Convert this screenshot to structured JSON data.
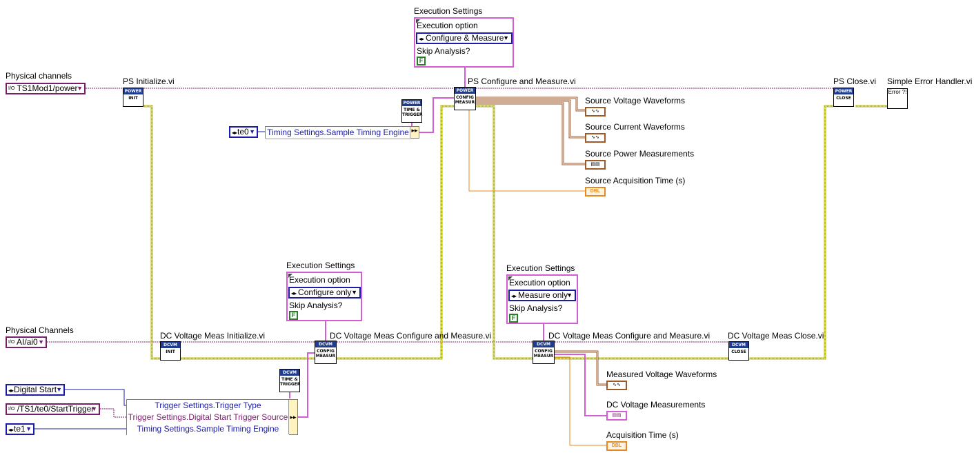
{
  "top_cluster": {
    "title": "Execution Settings",
    "option_label": "Execution option",
    "option_value": "Configure & Measure",
    "skip_label": "Skip Analysis?",
    "skip_value": "F"
  },
  "mid_cluster": {
    "title": "Execution Settings",
    "option_label": "Execution option",
    "option_value": "Configure only",
    "skip_label": "Skip Analysis?",
    "skip_value": "F"
  },
  "right_cluster": {
    "title": "Execution Settings",
    "option_label": "Execution option",
    "option_value": "Measure only",
    "skip_label": "Skip Analysis?",
    "skip_value": "F"
  },
  "ps": {
    "channels_label": "Physical channels",
    "channels_value": "TS1Mod1/power",
    "init_label": "PS Initialize.vi",
    "configure_label": "PS Configure and Measure.vi",
    "close_label": "PS Close.vi",
    "timing_enum": "te0",
    "timing_bundle": "Timing Settings.Sample Timing Engine",
    "out_voltage": "Source Voltage Waveforms",
    "out_current": "Source Current Waveforms",
    "out_power": "Source Power Measurements",
    "out_time": "Source Acquisition Time (s)"
  },
  "dcvm": {
    "channels_label": "Physical Channels",
    "channels_value": "AI/ai0",
    "init_label": "DC Voltage Meas Initialize.vi",
    "configure1_label": "DC Voltage Meas Configure and Measure.vi",
    "configure2_label": "DC Voltage Meas Configure and Measure.vi",
    "close_label": "DC Voltage Meas Close.vi",
    "trigger_type_const": "Digital Start",
    "trigger_source_const": "/TS1/te0/StartTrigger",
    "timing_engine_const": "te1",
    "bundle_rows": [
      "Trigger Settings.Trigger Type",
      "Trigger Settings.Digital Start Trigger Source",
      "Timing Settings.Sample Timing Engine"
    ],
    "out_waveforms": "Measured Voltage Waveforms",
    "out_measurements": "DC Voltage Measurements",
    "out_time": "Acquisition Time (s)"
  },
  "error_handler_label": "Simple Error Handler.vi",
  "icons": {
    "power_header": "POWER",
    "dcvm_header": "DCVM",
    "init": "INIT",
    "config": "CONFIG MEASUR",
    "close": "CLOSE",
    "trig": "TIME & TRIGGER",
    "dbl": "DBL",
    "error": "Error ?!"
  },
  "colors": {
    "error_wire": "#d4d400",
    "refnum_wire": "#7a1e6c",
    "cluster_wire": "#d65cd6",
    "waveform_wire": "#a05a28",
    "dbl_wire": "#e68a1f",
    "enum_wire": "#1c1ca8"
  }
}
